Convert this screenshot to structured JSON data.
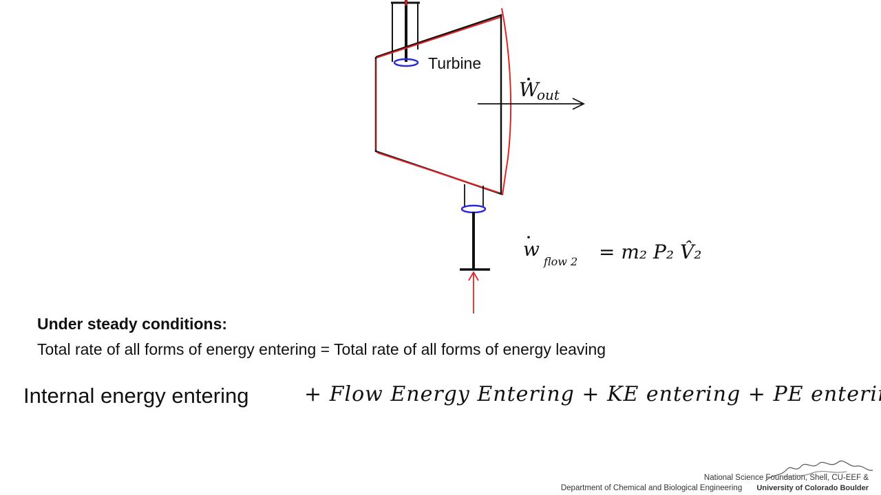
{
  "diagram": {
    "turbine_label": "Turbine",
    "work_out_main": "W",
    "work_out_sub": "out",
    "flow_work_equation": "w",
    "flow_work_sub": "flow 2",
    "flow_work_rhs": "= m₂ P₂ V̂₂"
  },
  "content": {
    "heading": "Under steady conditions:",
    "statement": "Total rate of all forms of energy entering = Total rate of all forms of energy leaving"
  },
  "equation": {
    "typed_term": "Internal energy entering",
    "handwritten_terms": "+ Flow Energy Entering + KE entering + PE entering"
  },
  "footer": {
    "line1": "National Science Foundation, Shell, CU-EEF &",
    "line2": "Department of Chemical and Biological Engineering",
    "logo_text": "University of Colorado Boulder"
  },
  "colors": {
    "ink": "#111111",
    "red": "#e02424",
    "blue": "#2a2ad6"
  }
}
